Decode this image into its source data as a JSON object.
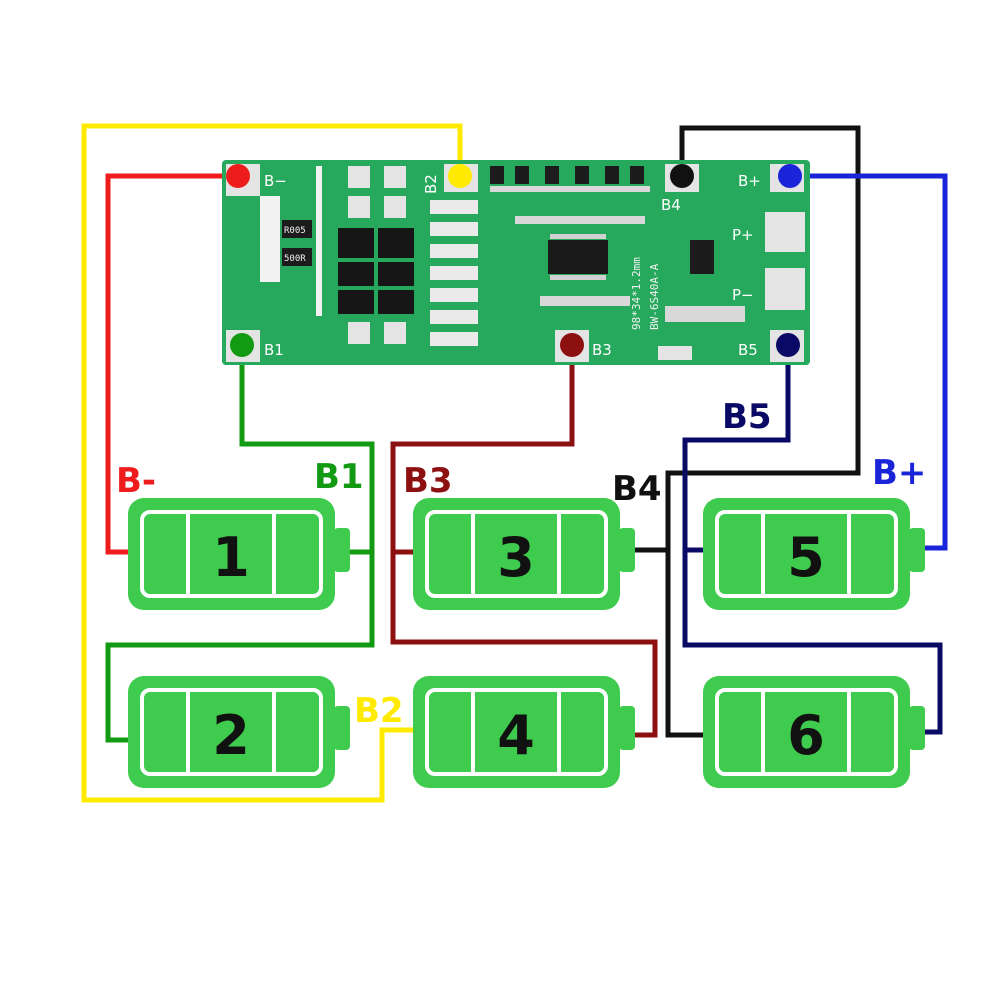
{
  "colors": {
    "red": "#ee1c1c",
    "green": "#129a12",
    "yellow": "#ffea00",
    "darkred": "#8c1010",
    "black": "#111111",
    "blue": "#1a24d8",
    "navy": "#0a0a66",
    "cell_fill": "#3ecb4e",
    "pcb": "#26a95c"
  },
  "pcb": {
    "pads": {
      "bminus": "B−",
      "b1": "B1",
      "b2": "B2",
      "b3": "B3",
      "b4": "B4",
      "bplus": "B+",
      "b5": "B5",
      "pplus": "P+",
      "pminus": "P−"
    },
    "silk": {
      "r1": "R005",
      "r2": "500R",
      "dims": "98*34*1.2mm",
      "model": "BW-6S40A-A"
    }
  },
  "wire_labels": {
    "bminus": "B-",
    "b1": "B1",
    "b3": "B3",
    "b4": "B4",
    "b5": "B5",
    "bplus": "B+",
    "b2": "B2"
  },
  "cells": [
    "1",
    "2",
    "3",
    "4",
    "5",
    "6"
  ]
}
